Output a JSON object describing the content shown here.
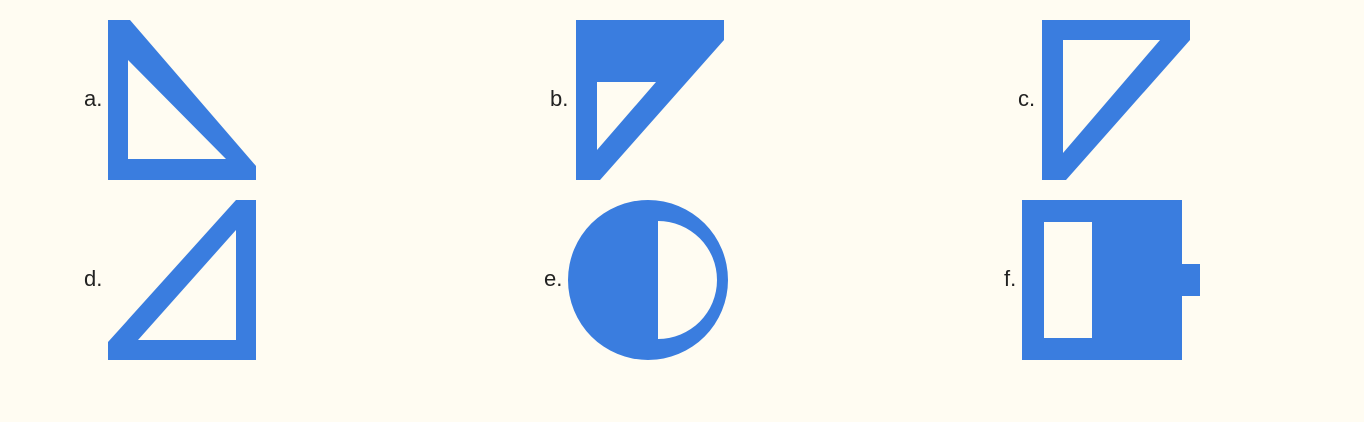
{
  "accent_color": "#3a7ddf",
  "items": [
    {
      "label": "a.",
      "icon": "right-triangle-outline-icon"
    },
    {
      "label": "b.",
      "icon": "rectangle-with-triangle-cutout-icon"
    },
    {
      "label": "c.",
      "icon": "inverted-triangle-outline-icon"
    },
    {
      "label": "d.",
      "icon": "right-triangle-outline-icon"
    },
    {
      "label": "e.",
      "icon": "half-filled-circle-icon"
    },
    {
      "label": "f.",
      "icon": "battery-icon"
    }
  ]
}
